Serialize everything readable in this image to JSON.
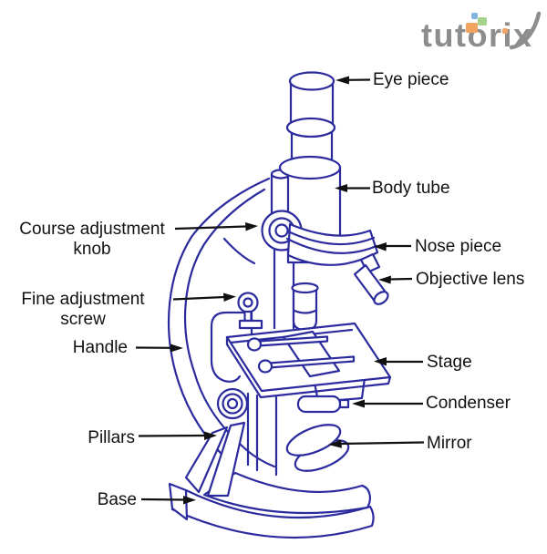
{
  "brand": {
    "name": "tutorix"
  },
  "colors": {
    "ink": "#2b2b9e",
    "label": "#111111",
    "arrow": "#111111",
    "brand-gray": "#8d8d8d",
    "brand-orange": "#f0a460",
    "brand-blue": "#82b4e0",
    "brand-green": "#a5d18c",
    "bg": "#ffffff"
  },
  "diagram": {
    "subject": "Microscope",
    "labels": {
      "eye_piece": "Eye piece",
      "body_tube": "Body tube",
      "nose_piece": "Nose piece",
      "objective_lens": "Objective lens",
      "stage": "Stage",
      "condenser": "Condenser",
      "mirror": "Mirror",
      "course_adjustment_knob": "Course adjustment knob",
      "fine_adjustment_screw": "Fine adjustment screw",
      "handle": "Handle",
      "pillars": "Pillars",
      "base": "Base"
    }
  }
}
